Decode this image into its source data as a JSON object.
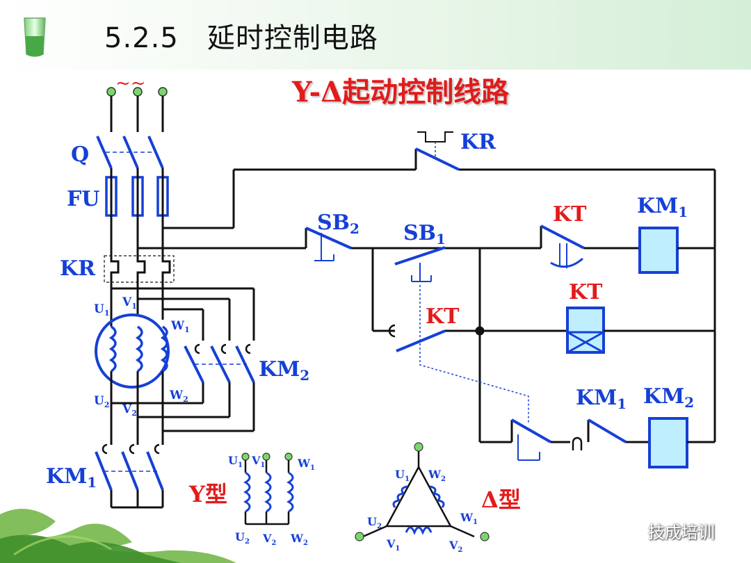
{
  "slide": {
    "title": "5.2.5   延时控制电路",
    "diagram_title": "Y-Δ起动控制线路",
    "watermark": "技成培训"
  },
  "power_circuit": {
    "supply_symbol": "~~",
    "switch_label": "Q",
    "fuse_label": "FU",
    "overload_label": "KR",
    "motor_terminals": {
      "u1": "U",
      "u1_sub": "1",
      "v1": "V",
      "v1_sub": "1",
      "w1": "W",
      "w1_sub": "1",
      "u2": "U",
      "u2_sub": "2",
      "v2": "V",
      "v2_sub": "2",
      "w2": "W",
      "w2_sub": "2"
    },
    "km2_label": "KM",
    "km2_sub": "2",
    "km1_label": "KM",
    "km1_sub": "1"
  },
  "control_circuit": {
    "kr_contact": "KR",
    "sb2": "SB",
    "sb2_sub": "2",
    "sb1": "SB",
    "sb1_sub": "1",
    "kt_delay_contact": "KT",
    "km1_coil": "KM",
    "km1_coil_sub": "1",
    "kt_coil": "KT",
    "kt_instant_contact": "KT",
    "km1_contact": "KM",
    "km1_contact_sub": "1",
    "km2_coil": "KM",
    "km2_coil_sub": "2"
  },
  "y_connection": {
    "label": "Y型",
    "u1": "U",
    "u1_sub": "1",
    "v1": "V",
    "v1_sub": "1",
    "w1": "W",
    "w1_sub": "1",
    "u2": "U",
    "u2_sub": "2",
    "v2": "V",
    "v2_sub": "2",
    "w2": "W",
    "w2_sub": "2"
  },
  "delta_connection": {
    "label": "Δ型",
    "u1": "U",
    "u1_sub": "1",
    "w2": "W",
    "w2_sub": "2",
    "u2": "U",
    "u2_sub": "2",
    "w1": "W",
    "w1_sub": "1",
    "v1": "V",
    "v1_sub": "1",
    "v2": "V",
    "v2_sub": "2"
  },
  "colors": {
    "wire": "#111111",
    "contact": "#1540d6",
    "coil_fill": "#bfeeff",
    "label_red": "#e21b1b",
    "label_blue": "#1540d6",
    "node_green": "#7bd76b"
  }
}
